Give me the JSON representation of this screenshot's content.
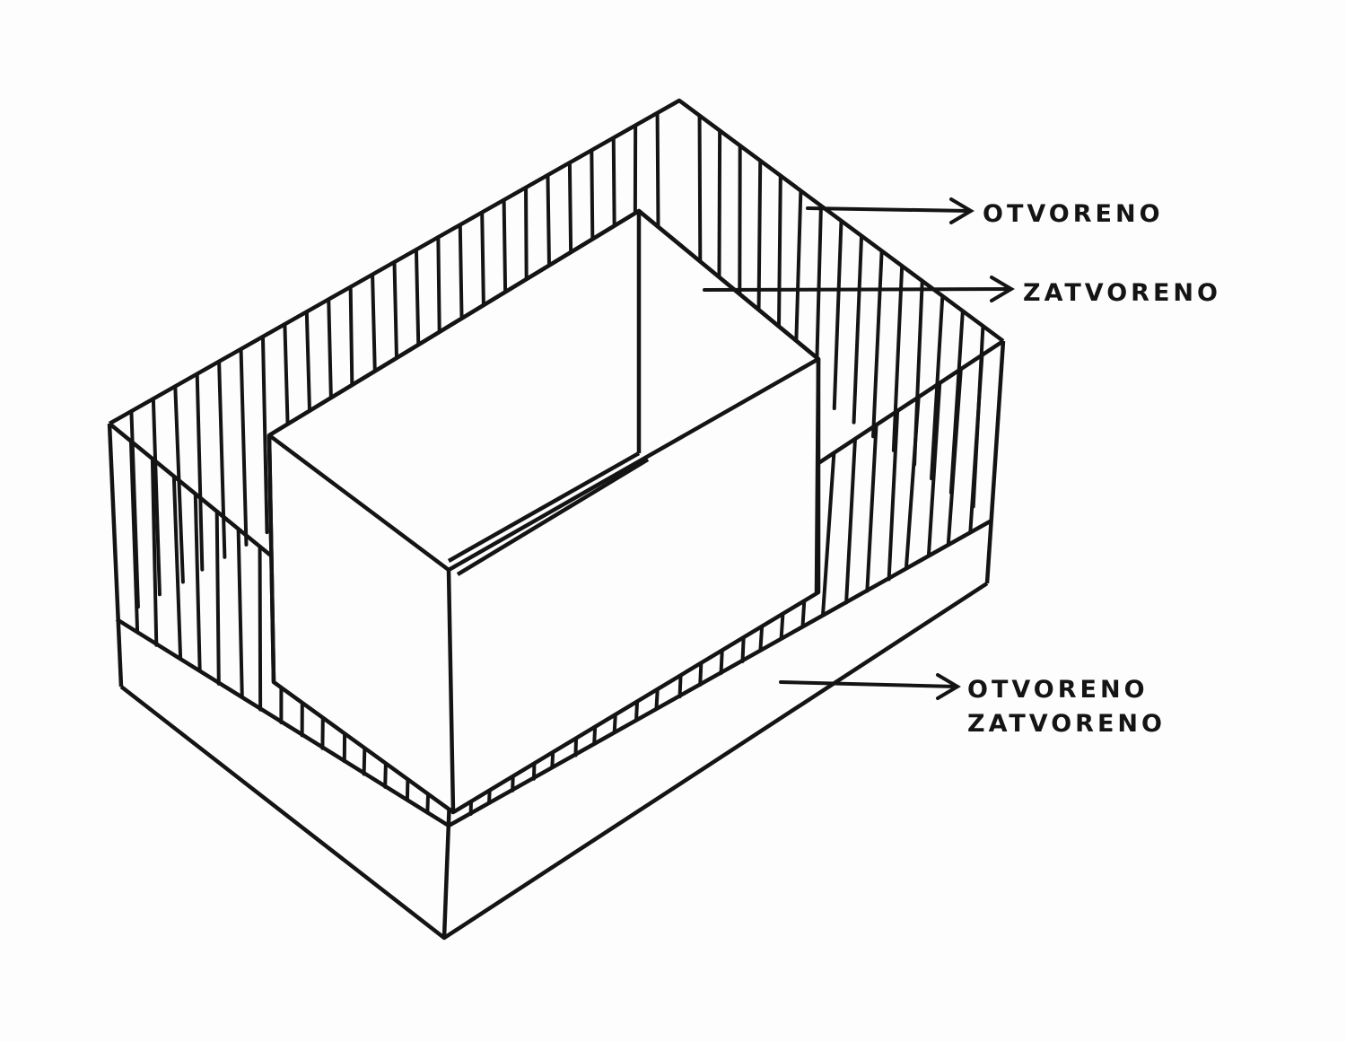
{
  "labels": {
    "top": "OTVORENO",
    "middle": "ZATVORENO",
    "bottom_line1": "OTVORENO",
    "bottom_line2": "ZATVORENO"
  },
  "colors": {
    "ink": "#141414",
    "paper": "#fdfdfd"
  }
}
